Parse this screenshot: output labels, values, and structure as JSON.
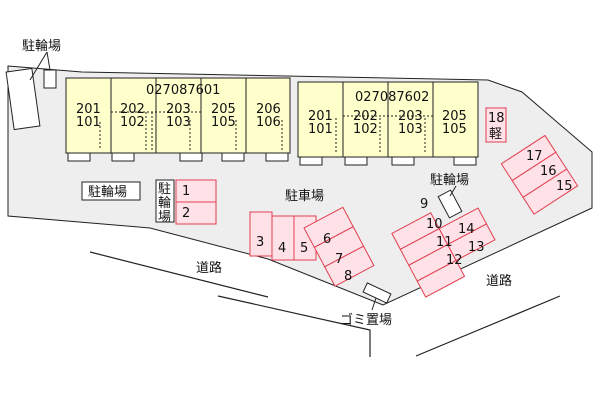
{
  "labels": {
    "bike_top": "駐輪場",
    "bike_left": "駐輪場",
    "bike_vert": [
      "駐",
      "輪",
      "場"
    ],
    "bike_right": "駐輪場",
    "parking": "駐車場",
    "road_left": "道路",
    "road_right": "道路",
    "garbage": "ゴミ置場"
  },
  "buildings": [
    {
      "code": "027087601",
      "units": [
        {
          "top": "201",
          "bottom": "101"
        },
        {
          "top": "202",
          "bottom": "102"
        },
        {
          "top": "203",
          "bottom": "103"
        },
        {
          "top": "205",
          "bottom": "105"
        },
        {
          "top": "206",
          "bottom": "106"
        }
      ]
    },
    {
      "code": "027087602",
      "units": [
        {
          "top": "201",
          "bottom": "101"
        },
        {
          "top": "202",
          "bottom": "102"
        },
        {
          "top": "203",
          "bottom": "103"
        },
        {
          "top": "205",
          "bottom": "105"
        }
      ]
    }
  ],
  "parking_slots": [
    "1",
    "2",
    "3",
    "4",
    "5",
    "6",
    "7",
    "8",
    "9",
    "10",
    "11",
    "12",
    "13",
    "14",
    "15",
    "16",
    "17",
    "18"
  ],
  "kei_slot": {
    "number": "18",
    "type": "軽"
  }
}
